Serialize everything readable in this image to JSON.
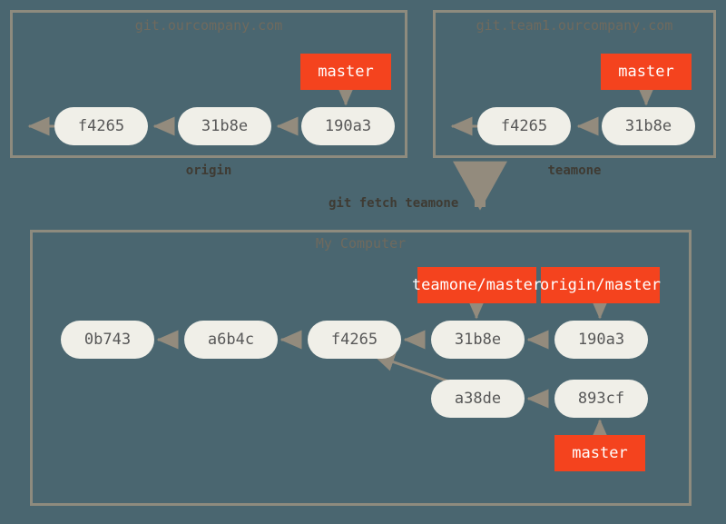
{
  "diagram": {
    "background_color": "#4a6670",
    "border_color": "#8e8b7e",
    "commit_color": "#f0efe8",
    "branch_color": "#f4431e",
    "arrow_color": "#938b7d",
    "command_label": "git fetch teamone"
  },
  "panels": {
    "origin": {
      "title": "git.ourcompany.com",
      "caption": "origin",
      "commits": [
        {
          "id": "f4265"
        },
        {
          "id": "31b8e"
        },
        {
          "id": "190a3"
        }
      ],
      "branches": [
        {
          "label": "master",
          "points_to": "190a3"
        }
      ]
    },
    "teamone": {
      "title": "git.team1.ourcompany.com",
      "caption": "teamone",
      "commits": [
        {
          "id": "f4265"
        },
        {
          "id": "31b8e"
        }
      ],
      "branches": [
        {
          "label": "master",
          "points_to": "31b8e"
        }
      ]
    },
    "mycomputer": {
      "title": "My Computer",
      "caption": "",
      "commits": [
        {
          "id": "0b743"
        },
        {
          "id": "a6b4c"
        },
        {
          "id": "f4265"
        },
        {
          "id": "31b8e"
        },
        {
          "id": "190a3"
        },
        {
          "id": "a38de"
        },
        {
          "id": "893cf"
        }
      ],
      "branches": [
        {
          "label": "teamone/master",
          "points_to": "31b8e"
        },
        {
          "label": "origin/master",
          "points_to": "190a3"
        },
        {
          "label": "master",
          "points_to": "893cf"
        }
      ]
    }
  }
}
